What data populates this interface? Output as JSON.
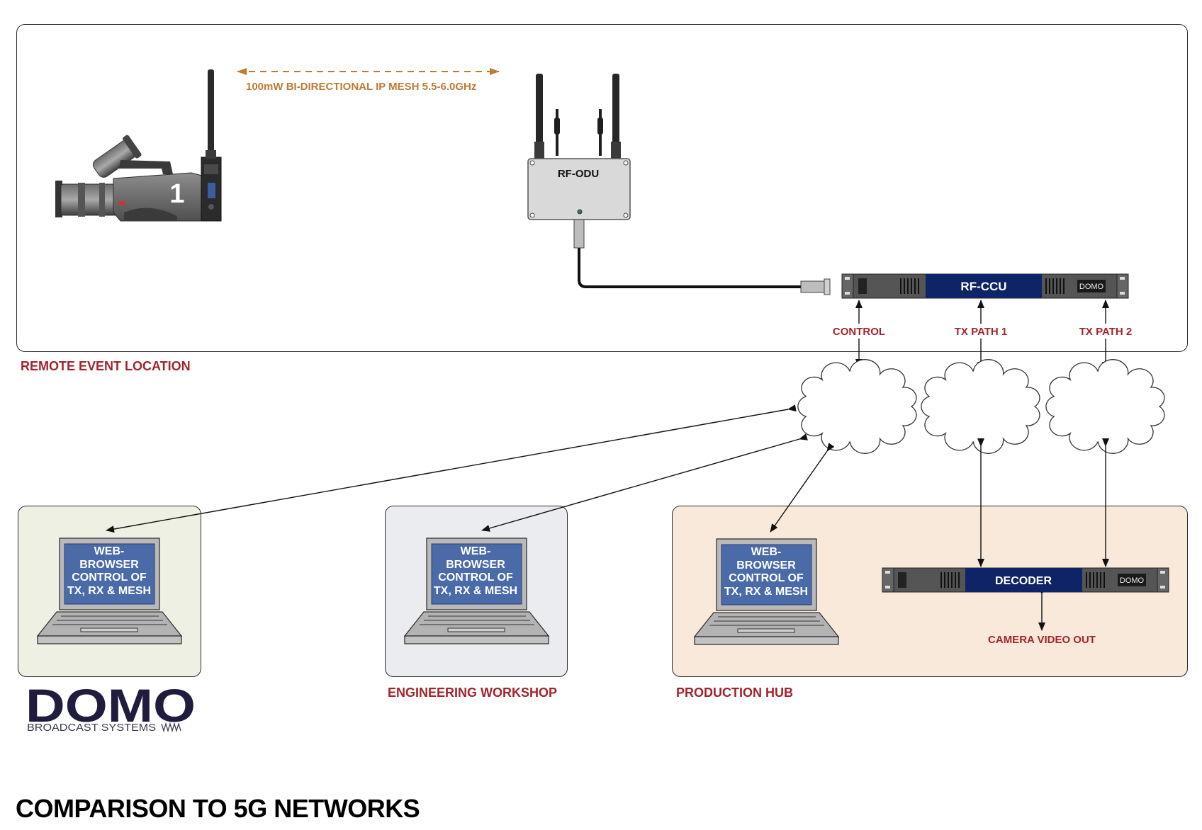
{
  "diagram": {
    "title": "COMPARISON TO 5G NETWORKS",
    "zones": {
      "remote": {
        "label": "REMOTE EVENT LOCATION",
        "background": "#ffffff"
      },
      "left_site": {
        "label": "",
        "background": "#eff0e4"
      },
      "engineering": {
        "label": "ENGINEERING WORKSHOP",
        "background": "#ebecf0"
      },
      "production": {
        "label": "PRODUCTION HUB",
        "background": "#f9e9db"
      }
    },
    "camera": {
      "number": "1",
      "icon": "broadcast-camera-icon"
    },
    "mesh_link": {
      "label": "100mW BI-DIRECTIONAL IP MESH 5.5-6.0GHz",
      "color": "#c07a34"
    },
    "rf_odu": {
      "label": "RF-ODU"
    },
    "rf_ccu": {
      "label": "RF-CCU",
      "brand": "DOMO"
    },
    "decoder": {
      "label": "DECODER",
      "brand": "DOMO"
    },
    "paths": [
      "CONTROL",
      "TX PATH 1",
      "TX PATH 2"
    ],
    "camera_video_out": "CAMERA VIDEO OUT",
    "laptop_screen_lines": [
      "WEB-",
      "BROWSER",
      "CONTROL OF",
      "TX, RX & MESH"
    ],
    "logo": {
      "wordmark": "DOMO",
      "tagline": "BROADCAST SYSTEMS"
    },
    "colors": {
      "label_red": "#a4232a",
      "rack_blue": "#0e2466",
      "screen_blue": "#4a6aa8",
      "logo_navy": "#1f1c3e"
    }
  }
}
